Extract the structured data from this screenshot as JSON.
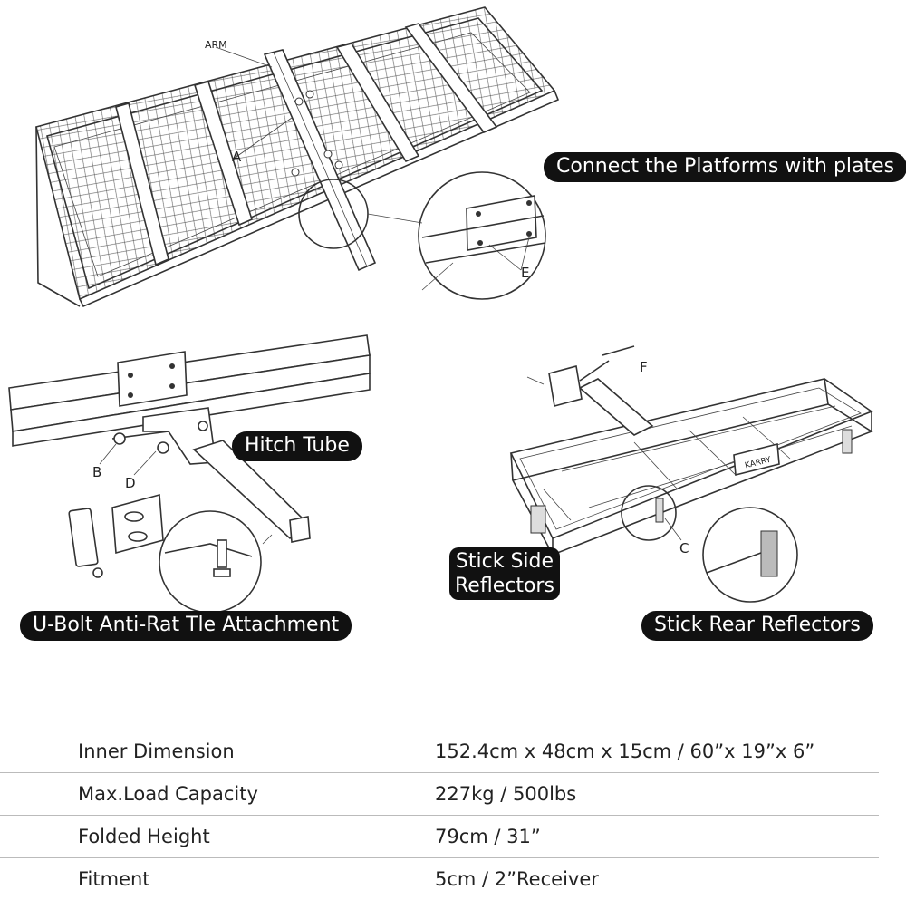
{
  "labels": {
    "connect_platforms": "Connect the Platforms with plates",
    "hitch_tube": "Hitch Tube",
    "u_bolt": "U-Bolt Anti-Rat Tle Attachment",
    "side_reflectors_line1": "Stick Side",
    "side_reflectors_line2": "Reflectors",
    "rear_reflectors": "Stick Rear Reflectors"
  },
  "callouts": {
    "arm": "ARM",
    "a": "A",
    "b": "B",
    "c": "C",
    "d": "D",
    "e": "E",
    "f": "F",
    "brand": "KARRY"
  },
  "specs": [
    {
      "name": "Inner Dimension",
      "value": "152.4cm x 48cm x 15cm / 60”x  19”x  6”"
    },
    {
      "name": "Max.Load Capacity",
      "value": "227kg / 500lbs"
    },
    {
      "name": "Folded Height",
      "value": "79cm / 31”"
    },
    {
      "name": "Fitment",
      "value": "5cm / 2”Receiver"
    }
  ]
}
